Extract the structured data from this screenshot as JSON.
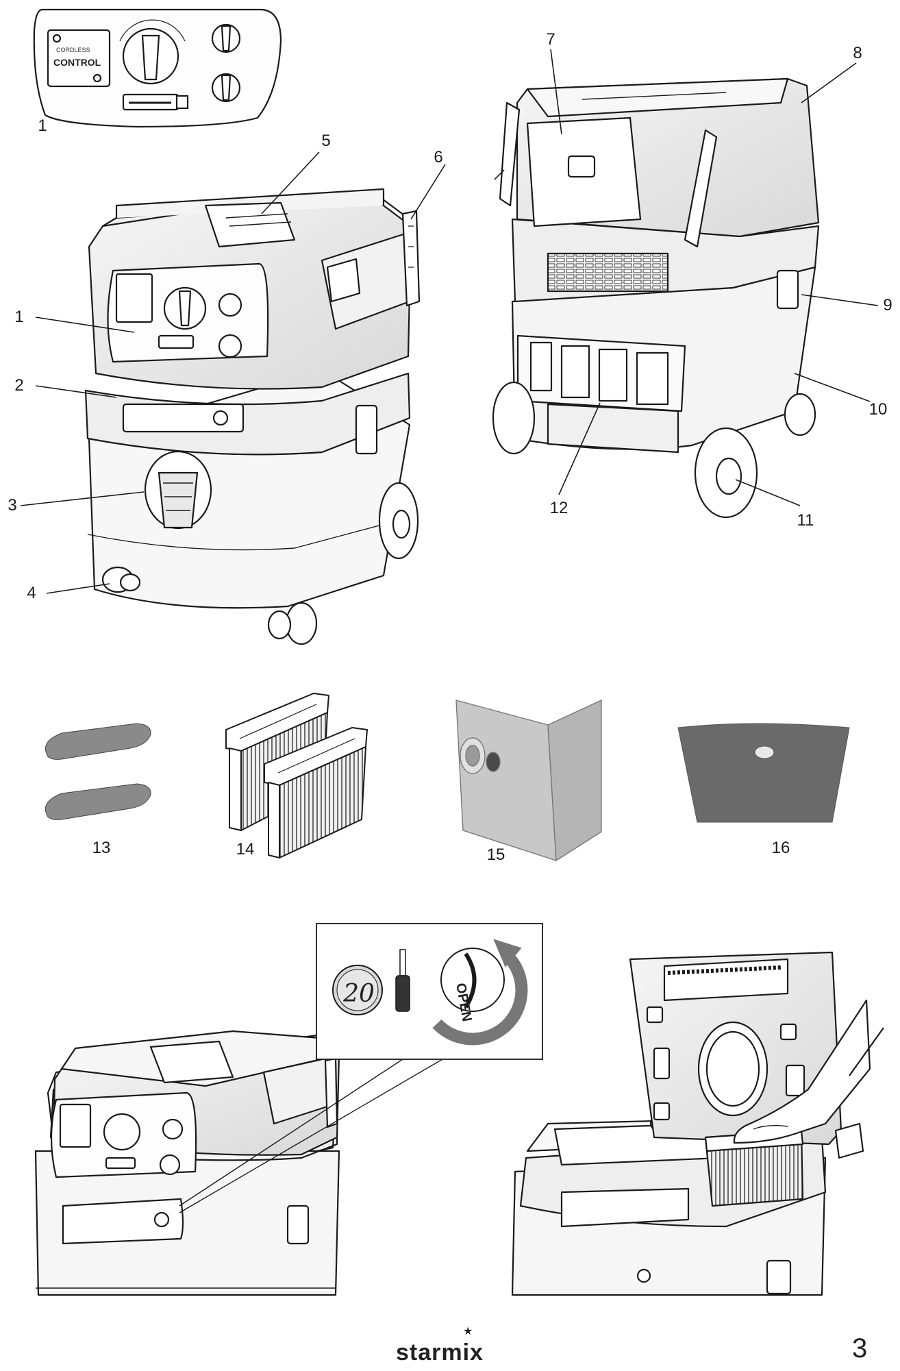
{
  "panel_labels": {
    "cordless": "CORDLESS",
    "control": "CONTROL",
    "open": "OPEN",
    "coin_value": "20"
  },
  "callouts": [
    "1",
    "2",
    "3",
    "4",
    "5",
    "6",
    "7",
    "8",
    "9",
    "10",
    "11",
    "12",
    "13",
    "14",
    "15",
    "16",
    "1"
  ],
  "brand": "starmix",
  "page_number": "3",
  "icons": [
    "coin-icon",
    "screwdriver-icon",
    "rotate-open-icon"
  ]
}
